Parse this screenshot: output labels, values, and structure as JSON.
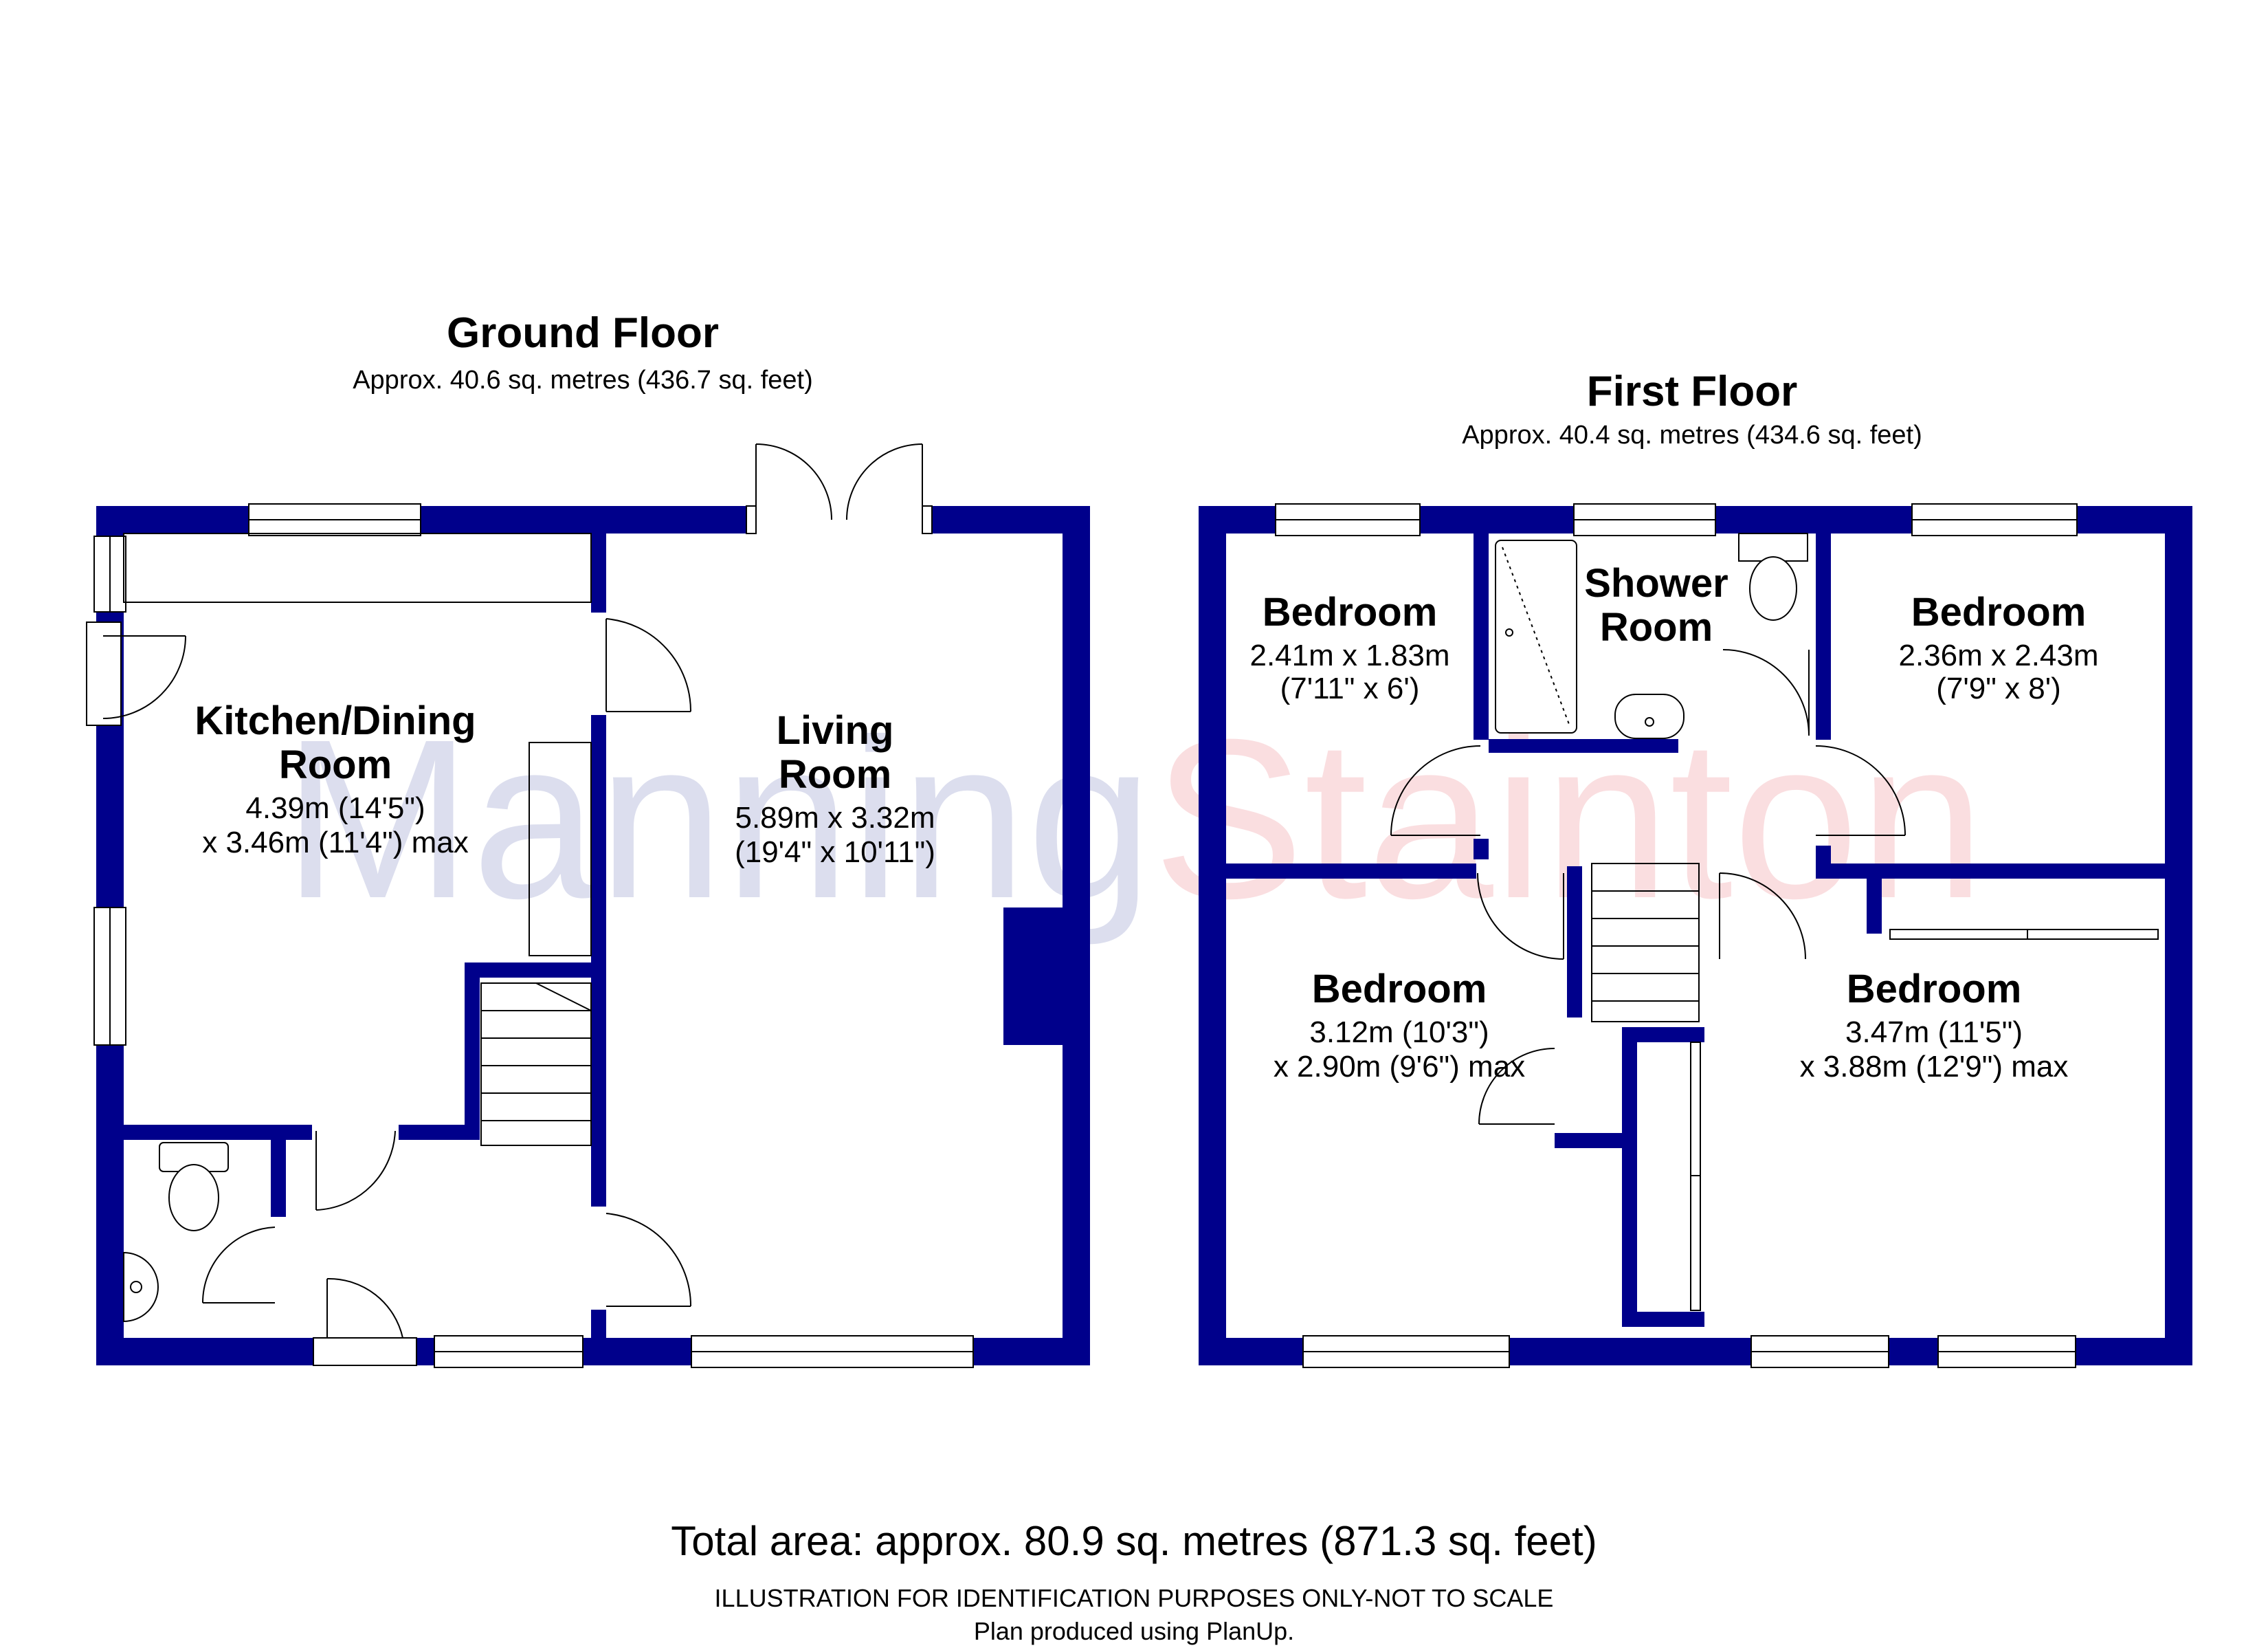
{
  "colors": {
    "wall": "#00008b",
    "watermark_primary": "#2a3a99",
    "watermark_secondary": "#e63946",
    "background": "#ffffff"
  },
  "watermark": {
    "part1": "Manning",
    "part2": "Stainton"
  },
  "ground_floor": {
    "title": "Ground Floor",
    "area": "Approx. 40.6 sq. metres (436.7 sq. feet)",
    "rooms": [
      {
        "name_lines": [
          "Kitchen/Dining",
          "Room"
        ],
        "dim_lines": [
          "4.39m (14'5\")",
          "x 3.46m (11'4\") max"
        ]
      },
      {
        "name_lines": [
          "Living",
          "Room"
        ],
        "dim_lines": [
          "5.89m x 3.32m",
          "(19'4\" x 10'11\")"
        ]
      }
    ]
  },
  "first_floor": {
    "title": "First Floor",
    "area": "Approx. 40.4 sq. metres (434.6 sq. feet)",
    "rooms": [
      {
        "name_lines": [
          "Bedroom"
        ],
        "dim_lines": [
          "2.41m x 1.83m",
          "(7'11\" x 6')"
        ]
      },
      {
        "name_lines": [
          "Shower",
          "Room"
        ],
        "dim_lines": []
      },
      {
        "name_lines": [
          "Bedroom"
        ],
        "dim_lines": [
          "2.36m x 2.43m",
          "(7'9\" x 8')"
        ]
      },
      {
        "name_lines": [
          "Bedroom"
        ],
        "dim_lines": [
          "3.12m (10'3\")",
          "x 2.90m (9'6\") max"
        ]
      },
      {
        "name_lines": [
          "Bedroom"
        ],
        "dim_lines": [
          "3.47m (11'5\")",
          "x 3.88m (12'9\") max"
        ]
      }
    ]
  },
  "footer": {
    "total": "Total area: approx. 80.9 sq. metres (871.3 sq. feet)",
    "disclaimer": "ILLUSTRATION FOR IDENTIFICATION PURPOSES ONLY-NOT TO SCALE",
    "produced": "Plan produced using PlanUp."
  }
}
